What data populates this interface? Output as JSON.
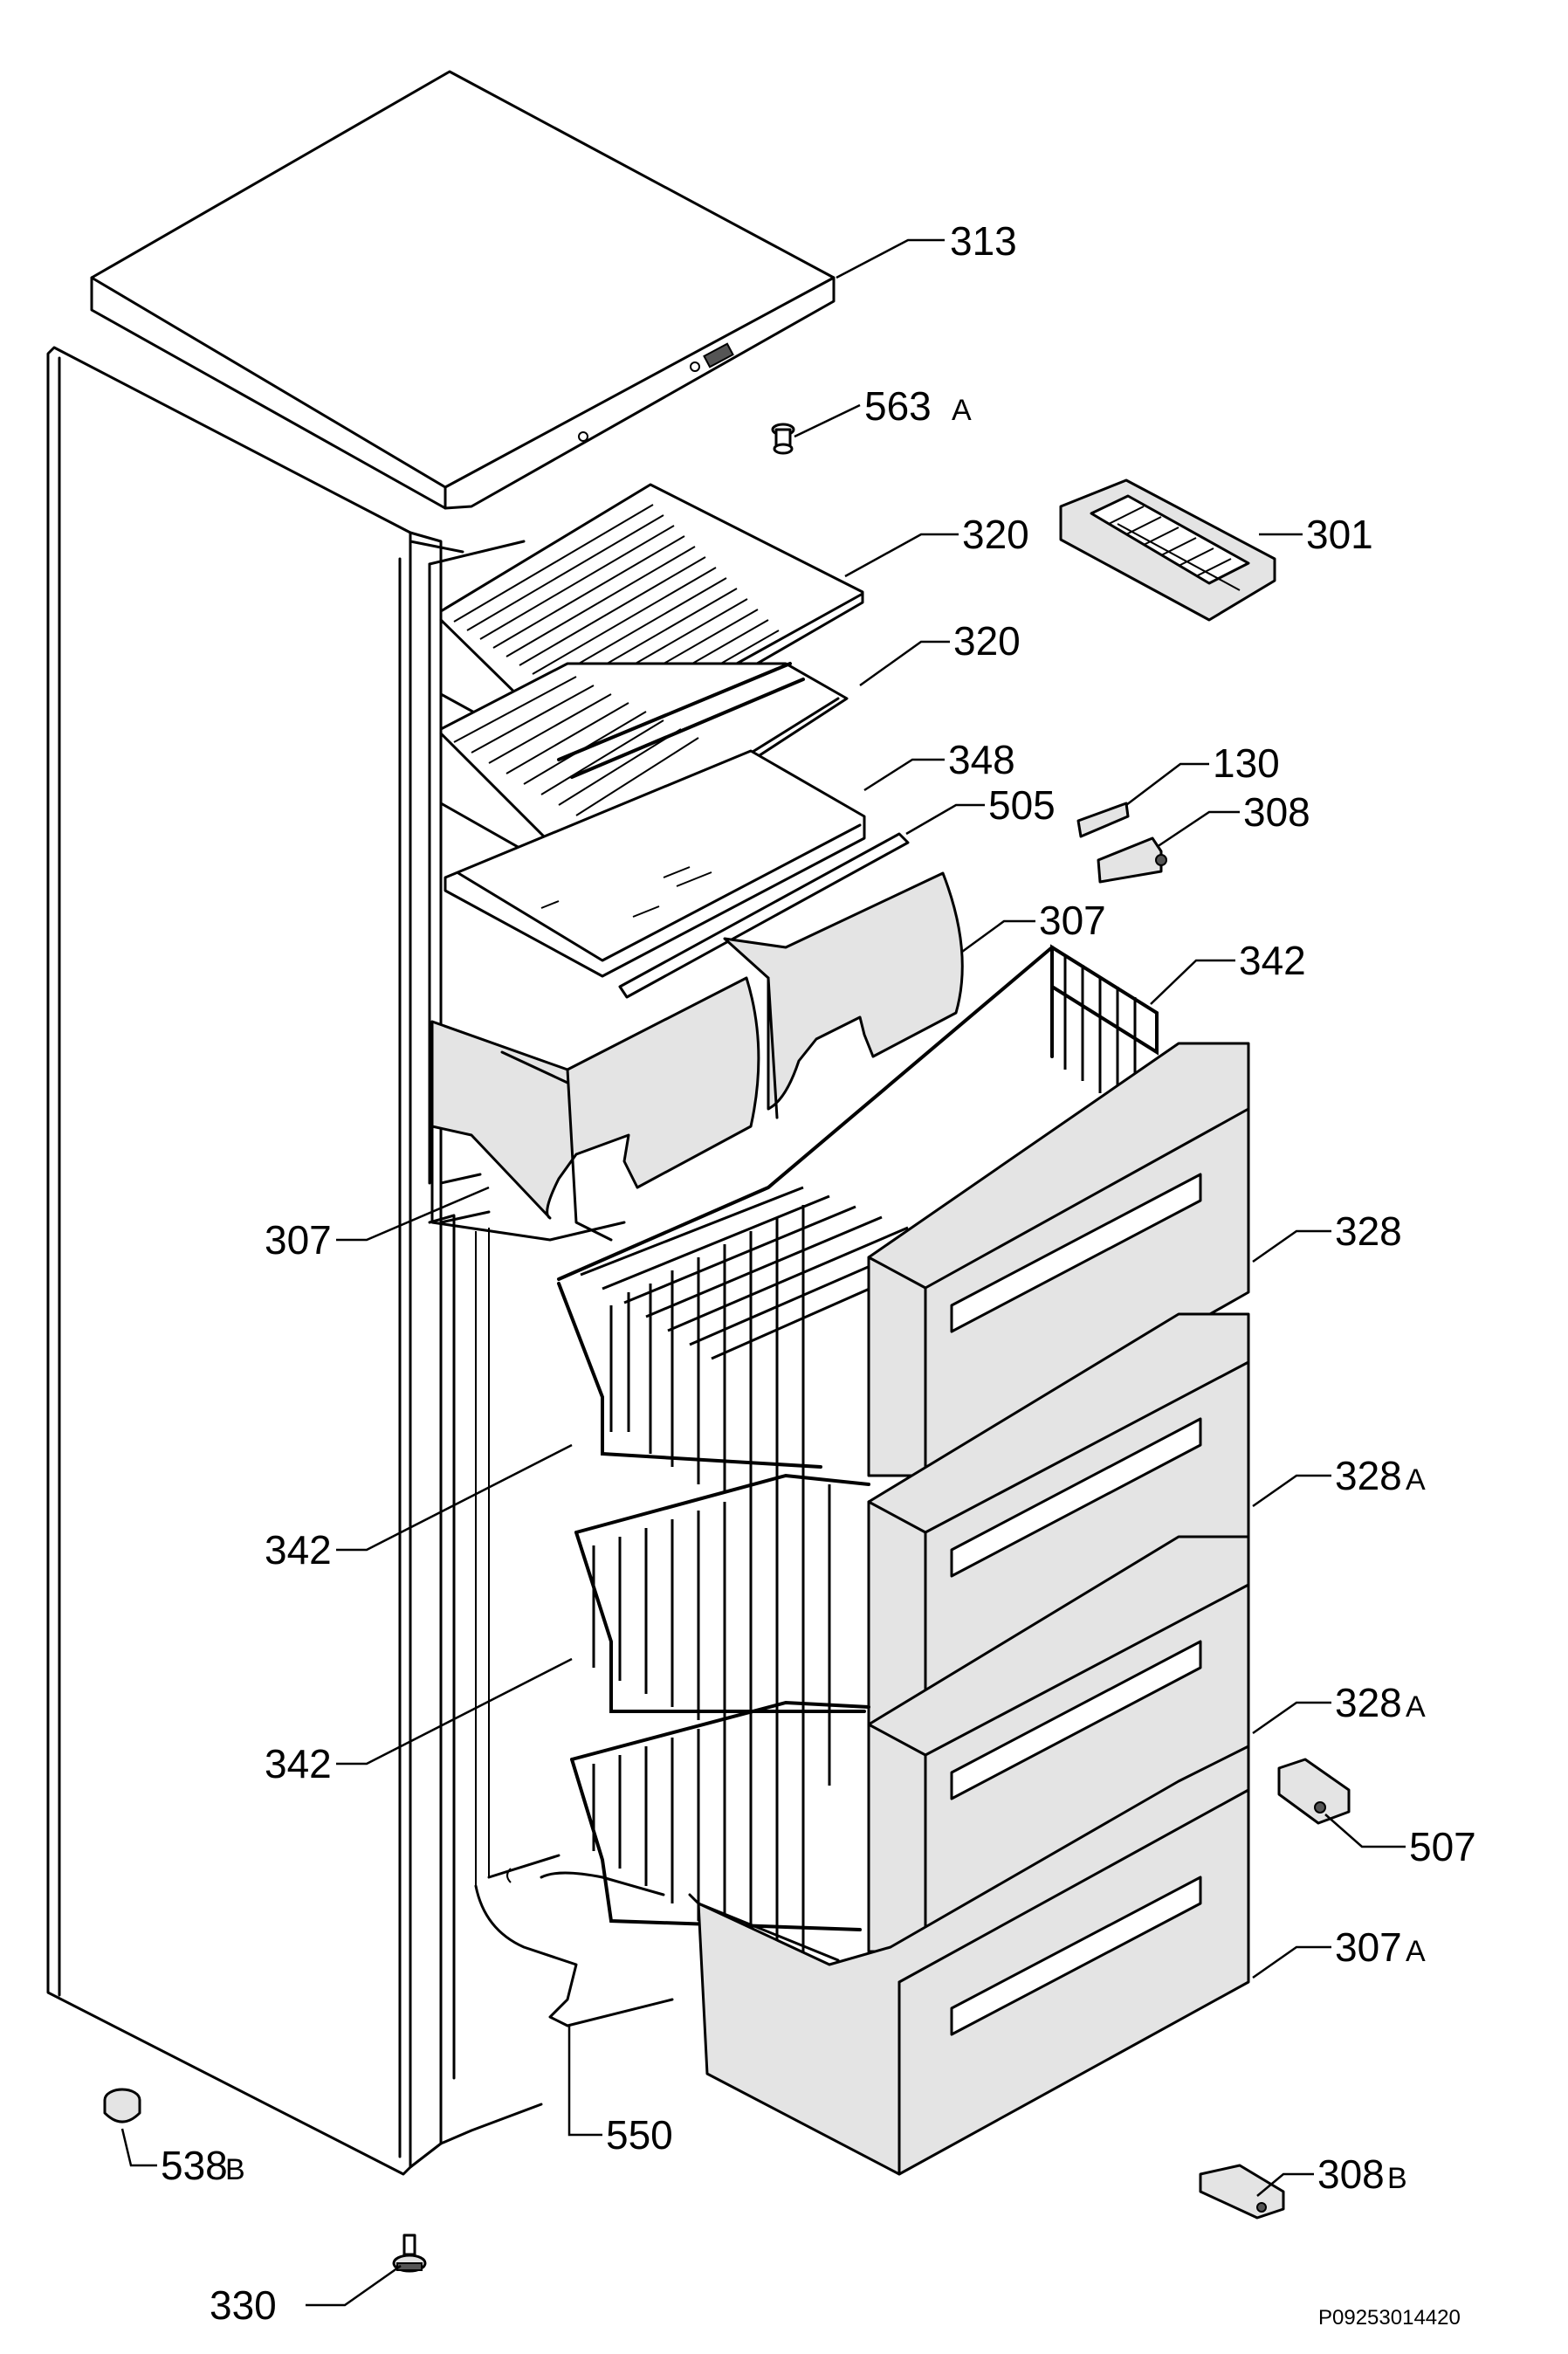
{
  "callouts": [
    {
      "id": "313",
      "number": "313",
      "suffix": ""
    },
    {
      "id": "563a",
      "number": "563",
      "suffix": "A"
    },
    {
      "id": "320a",
      "number": "320",
      "suffix": ""
    },
    {
      "id": "301",
      "number": "301",
      "suffix": ""
    },
    {
      "id": "320b",
      "number": "320",
      "suffix": ""
    },
    {
      "id": "348",
      "number": "348",
      "suffix": ""
    },
    {
      "id": "130",
      "number": "130",
      "suffix": ""
    },
    {
      "id": "505",
      "number": "505",
      "suffix": ""
    },
    {
      "id": "308",
      "number": "308",
      "suffix": ""
    },
    {
      "id": "307a",
      "number": "307",
      "suffix": ""
    },
    {
      "id": "342a",
      "number": "342",
      "suffix": ""
    },
    {
      "id": "328",
      "number": "328",
      "suffix": ""
    },
    {
      "id": "307b",
      "number": "307",
      "suffix": ""
    },
    {
      "id": "328a1",
      "number": "328",
      "suffix": "A"
    },
    {
      "id": "342b",
      "number": "342",
      "suffix": ""
    },
    {
      "id": "328a2",
      "number": "328",
      "suffix": "A"
    },
    {
      "id": "342c",
      "number": "342",
      "suffix": ""
    },
    {
      "id": "507",
      "number": "507",
      "suffix": ""
    },
    {
      "id": "307c",
      "number": "307",
      "suffix": "A"
    },
    {
      "id": "550",
      "number": "550",
      "suffix": ""
    },
    {
      "id": "538b",
      "number": "538",
      "suffix": "B"
    },
    {
      "id": "308b",
      "number": "308",
      "suffix": "B"
    },
    {
      "id": "330",
      "number": "330",
      "suffix": ""
    }
  ],
  "drawing_code": "P09253014420"
}
